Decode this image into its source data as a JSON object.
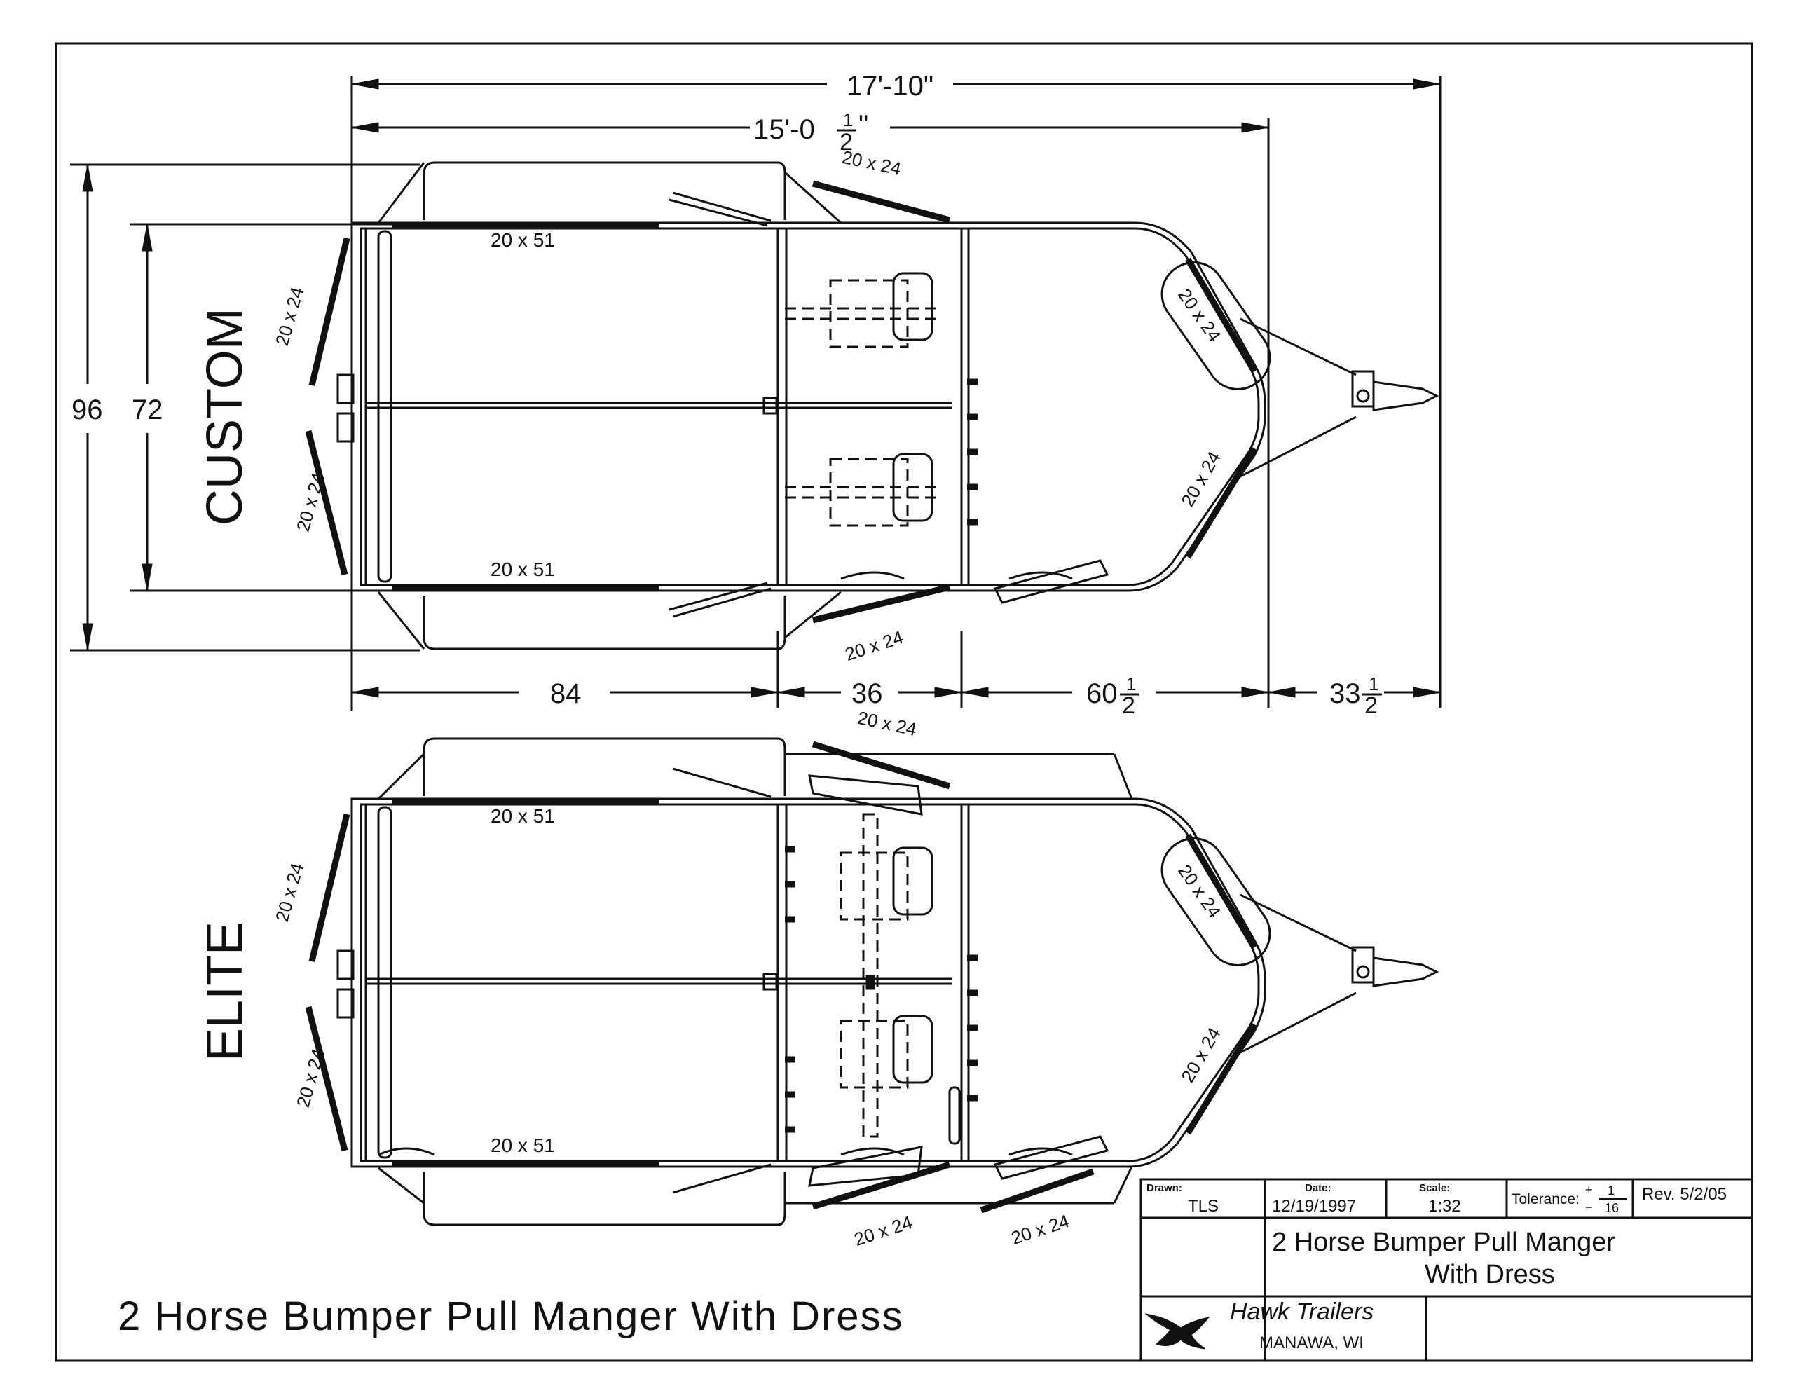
{
  "dimensions": {
    "overall_length": "17'-10\"",
    "body_length_main": "15'-0",
    "body_length_frac": "1/2",
    "body_length_inch": "\"",
    "outer_width": "96",
    "inner_width": "72",
    "seg_84": "84",
    "seg_36": "36",
    "seg_60": "60",
    "seg_33": "33",
    "half_num": "1",
    "half_den": "2"
  },
  "windows": {
    "w20x51": "20 x 51",
    "w20x24": "20 x 24"
  },
  "views": {
    "top_label": "CUSTOM",
    "bottom_label": "ELITE"
  },
  "title_block": {
    "drawn_label": "Drawn:",
    "drawn_value": "TLS",
    "date_label": "Date:",
    "date_value": "12/19/1997",
    "scale_label": "Scale:",
    "scale_value": "1:32",
    "tolerance_label": "Tolerance:",
    "tolerance_plus": "+",
    "tolerance_minus": "−",
    "tolerance_num": "1",
    "tolerance_den": "16",
    "revision": "Rev. 5/2/05",
    "title_line1": "2 Horse Bumper Pull Manger",
    "title_line2": "With Dress",
    "company": "Hawk Trailers",
    "location": "MANAWA, WI"
  },
  "drawing_title": "2 Horse Bumper Pull Manger With Dress"
}
